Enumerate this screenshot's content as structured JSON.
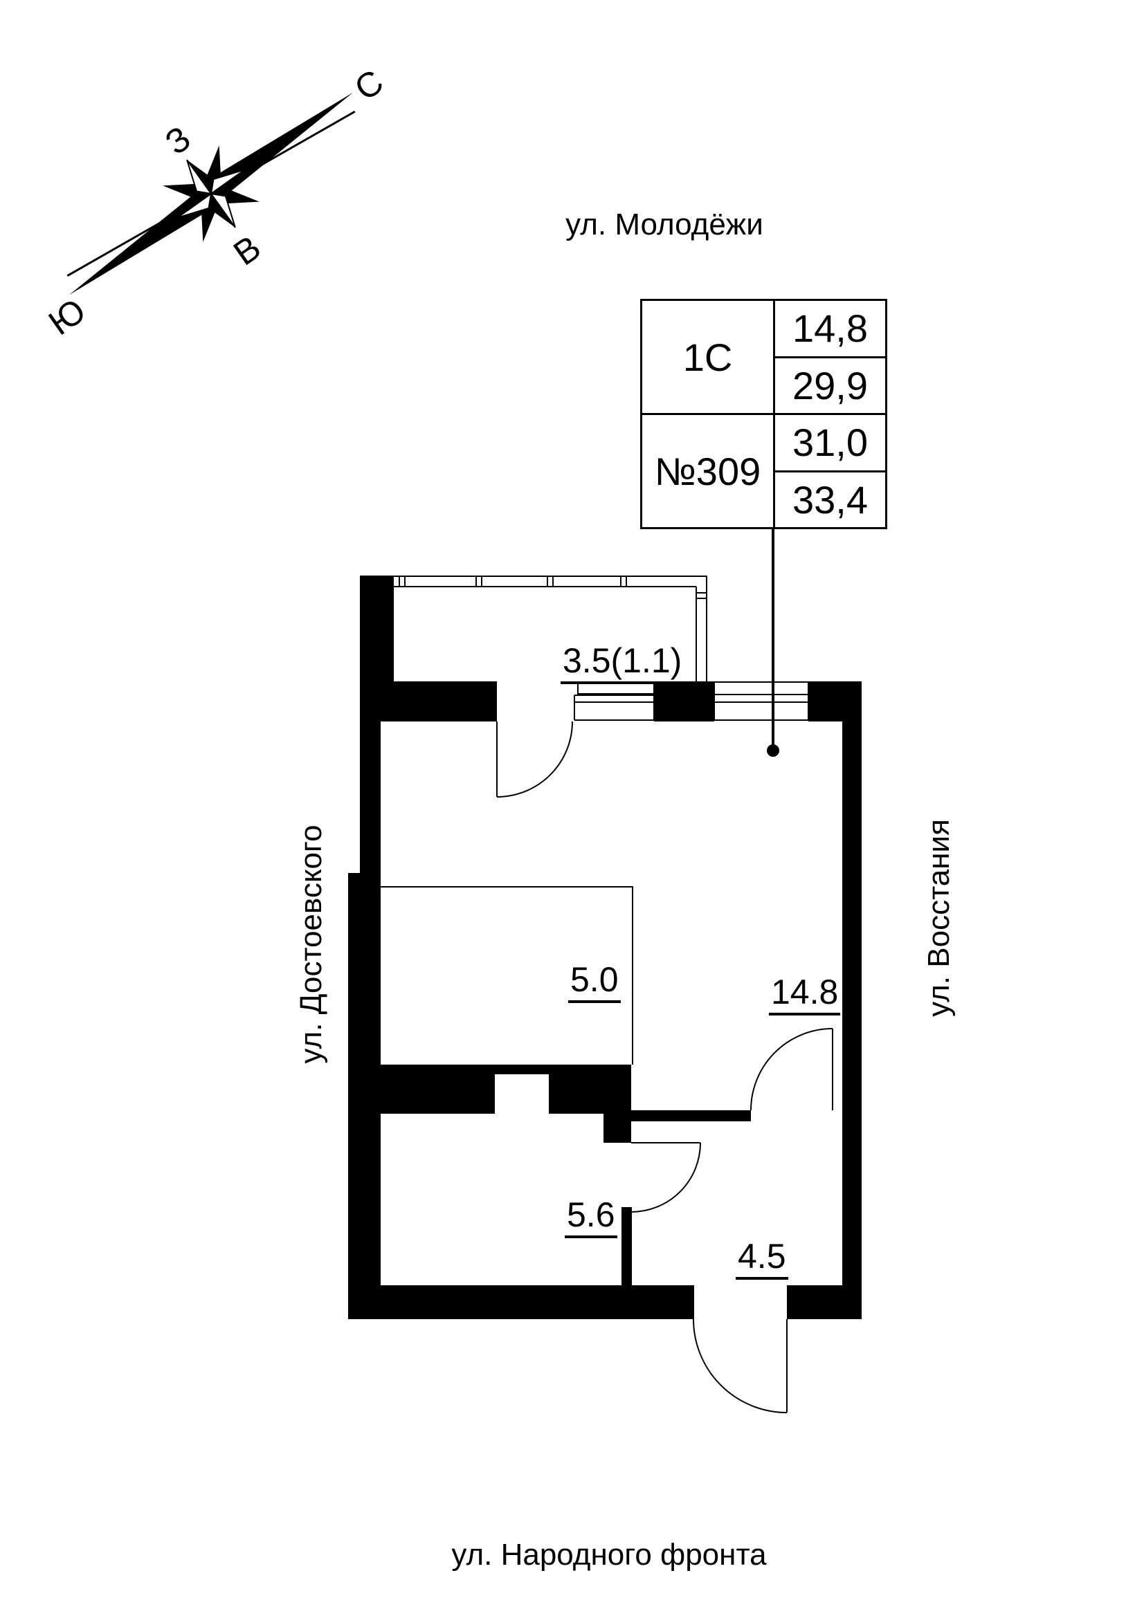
{
  "compass": {
    "north_label": "С",
    "south_label": "Ю",
    "west_label": "З",
    "east_label": "В"
  },
  "streets": {
    "top": "ул. Молодёжи",
    "left": "ул. Достоевского",
    "right": "ул. Восстания",
    "bottom": "ул. Народного фронта"
  },
  "info_table": {
    "plan_type": "1С",
    "unit_number": "№309",
    "values": [
      "14,8",
      "29,9",
      "31,0",
      "33,4"
    ]
  },
  "rooms": [
    {
      "id": "balcony",
      "label": "3.5(1.1)"
    },
    {
      "id": "kitchen-niche",
      "label": "5.0"
    },
    {
      "id": "living-room",
      "label": "14.8"
    },
    {
      "id": "bathroom",
      "label": "5.6"
    },
    {
      "id": "hallway",
      "label": "4.5"
    }
  ],
  "colors": {
    "ink": "#000000",
    "paper": "#ffffff"
  }
}
